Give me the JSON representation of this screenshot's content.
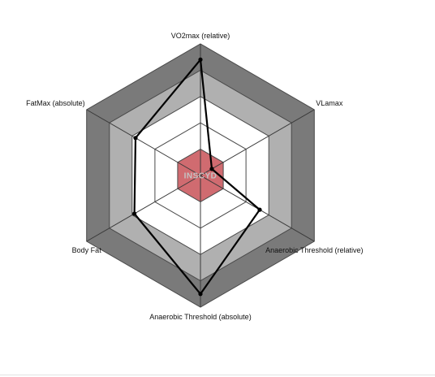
{
  "chart_data": {
    "type": "radar",
    "title": "",
    "axes": [
      "VO2max (relative)",
      "VLamax",
      "Anaerobic Threshold (relative)",
      "Anaerobic Threshold (absolute)",
      "Body Fat",
      "FatMax (absolute)"
    ],
    "range": [
      0,
      100
    ],
    "bands": [
      {
        "from": 0,
        "to": 20,
        "color": "#d06b70"
      },
      {
        "from": 20,
        "to": 40,
        "color": "#ffffff"
      },
      {
        "from": 40,
        "to": 60,
        "color": "#ffffff"
      },
      {
        "from": 60,
        "to": 80,
        "color": "#b0b0b0"
      },
      {
        "from": 80,
        "to": 100,
        "color": "#7a7a7a"
      }
    ],
    "series": [
      {
        "values": [
          88,
          10,
          52,
          90,
          58,
          57
        ],
        "color": "#000000"
      }
    ],
    "center_watermark": "INSCYD"
  },
  "colors": {
    "ring_stroke": "#4a4a4a",
    "spoke_stroke": "#3a3a3a",
    "watermark": "#c4c4c4"
  }
}
